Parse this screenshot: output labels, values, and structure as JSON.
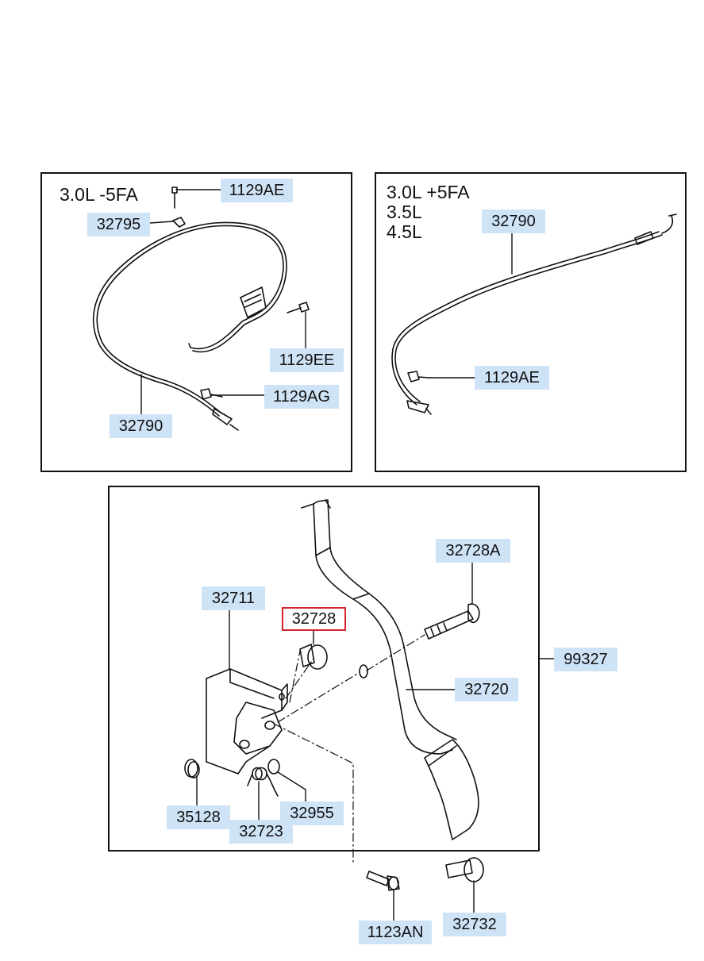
{
  "panels": {
    "left_top": {
      "engines": [
        "3.0L -5FA"
      ]
    },
    "right_top": {
      "engines": [
        "3.0L +5FA",
        "3.5L",
        "4.5L"
      ]
    },
    "bottom": {}
  },
  "callouts": {
    "c1129ae_l": "1129AE",
    "c32795": "32795",
    "c1129ee": "1129EE",
    "c1129ag": "1129AG",
    "c32790_l": "32790",
    "c32790_r": "32790",
    "c1129ae_r": "1129AE",
    "c32728a": "32728A",
    "c32711": "32711",
    "c32728": "32728",
    "c99327": "99327",
    "c32720": "32720",
    "c35128": "35128",
    "c32723": "32723",
    "c32955": "32955",
    "c1123an": "1123AN",
    "c32732": "32732"
  },
  "highlighted_part": "32728",
  "colors": {
    "callout_bg": "#cfe3f6",
    "highlight_border": "#d3262b",
    "line": "#111111"
  }
}
